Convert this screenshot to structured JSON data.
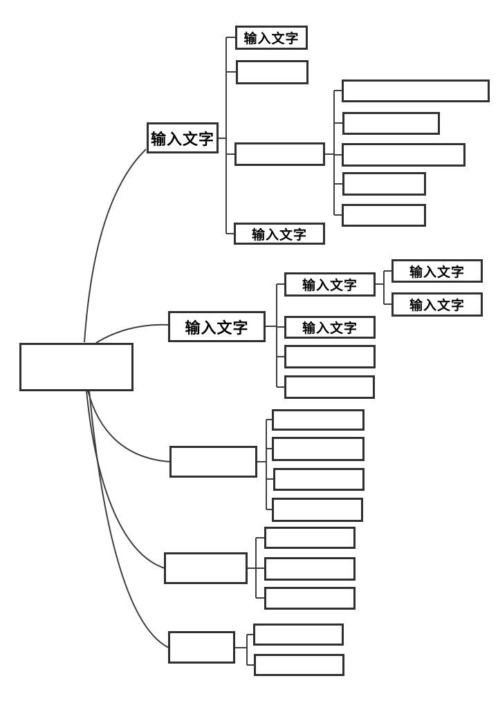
{
  "app": {
    "type": "mindmap-diagram",
    "placeholder_label": "输入文字"
  },
  "colors": {
    "background": "#ffffff",
    "box_fill": "#ffffff",
    "box_border": "#2f2f2f",
    "line": "#3d3d3d",
    "text": "#000000"
  },
  "nodes": {
    "root": {
      "label": ""
    },
    "b1": {
      "label": "输入文字"
    },
    "b1c1": {
      "label": "输入文字"
    },
    "b1c2": {
      "label": ""
    },
    "b1c3": {
      "label": ""
    },
    "b1c3g1": {
      "label": ""
    },
    "b1c3g2": {
      "label": ""
    },
    "b1c3g3": {
      "label": ""
    },
    "b1c3g4": {
      "label": ""
    },
    "b1c3g5": {
      "label": ""
    },
    "b1c4": {
      "label": "输入文字"
    },
    "b2": {
      "label": "输入文字"
    },
    "b2c1": {
      "label": "输入文字"
    },
    "b2c1g1": {
      "label": "输入文字"
    },
    "b2c1g2": {
      "label": "输入文字"
    },
    "b2c2": {
      "label": "输入文字"
    },
    "b2c3": {
      "label": ""
    },
    "b2c4": {
      "label": ""
    },
    "b3": {
      "label": ""
    },
    "b3c1": {
      "label": ""
    },
    "b3c2": {
      "label": ""
    },
    "b3c3": {
      "label": ""
    },
    "b3c4": {
      "label": ""
    },
    "b4": {
      "label": ""
    },
    "b4c1": {
      "label": ""
    },
    "b4c2": {
      "label": ""
    },
    "b4c3": {
      "label": ""
    },
    "b5": {
      "label": ""
    },
    "b5c1": {
      "label": ""
    },
    "b5c2": {
      "label": ""
    }
  }
}
